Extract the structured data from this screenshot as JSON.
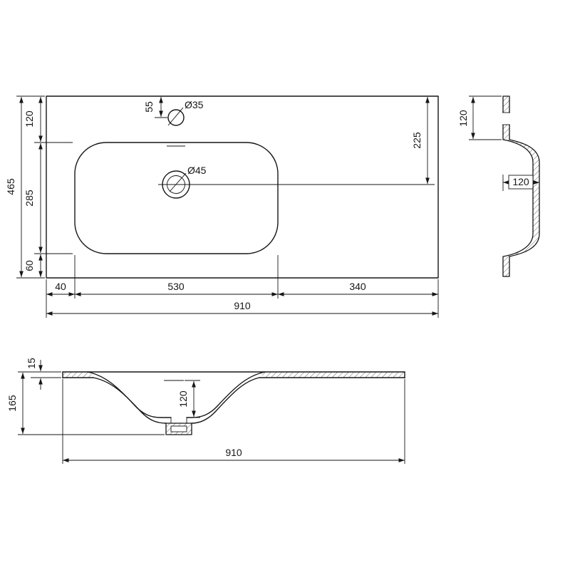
{
  "drawing": {
    "background": "#ffffff",
    "line_color": "#161616",
    "views": {
      "plan": {
        "label_overall_depth": "465",
        "label_top_rim": "120",
        "label_basin_depth": "285",
        "label_bottom_rim": "60",
        "label_faucet_offset": "55",
        "label_faucet_hole_dia": "Ø35",
        "label_drain_dia": "Ø45",
        "label_drain_offset": "225",
        "label_left_rim": "40",
        "label_basin_width": "530",
        "label_right_rim": "340",
        "label_overall_width": "910"
      },
      "side_section": {
        "label_top_rim": "120",
        "label_bowl_depth": "120"
      },
      "front_section": {
        "label_top_thickness": "15",
        "label_overall_height": "165",
        "label_bowl_depth": "120",
        "label_overall_width": "910"
      }
    }
  }
}
